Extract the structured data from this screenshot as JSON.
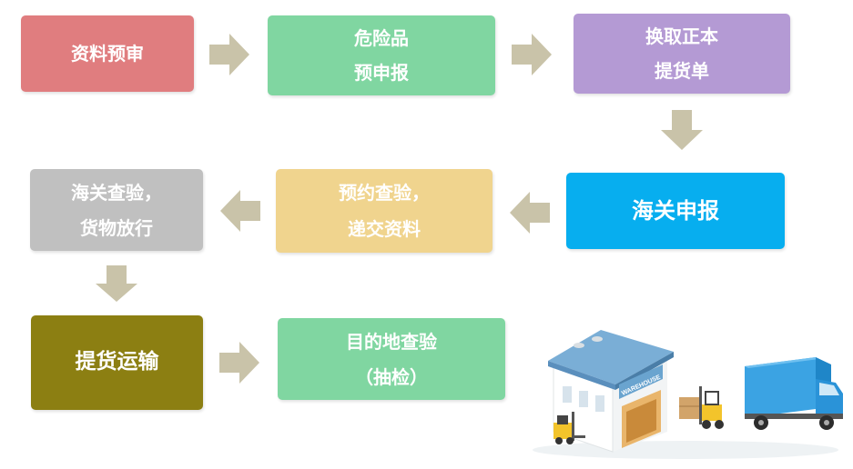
{
  "steps": {
    "s1": {
      "line1": "资料预审",
      "color": "#e07d7f"
    },
    "s2": {
      "line1": "危险品",
      "line2": "预申报",
      "color": "#80d6a1"
    },
    "s3": {
      "line1": "换取正本",
      "line2": "提货单",
      "color": "#b49ad4"
    },
    "s4": {
      "line1": "海关申报",
      "color": "#07aeef"
    },
    "s5": {
      "line1": "预约查验，",
      "line2": "递交资料",
      "color": "#f0d48e"
    },
    "s6": {
      "line1": "海关查验，",
      "line2": "货物放行",
      "color": "#c0c0c0"
    },
    "s7": {
      "line1": "提货运输",
      "color": "#8c7f12"
    },
    "s8": {
      "line1": "目的地查验",
      "line2": "（抽检）",
      "color": "#80d6a1"
    }
  },
  "arrow_color": "#c9c3a9",
  "illustration": {
    "warehouse_sign": "WAREHOUSE"
  }
}
